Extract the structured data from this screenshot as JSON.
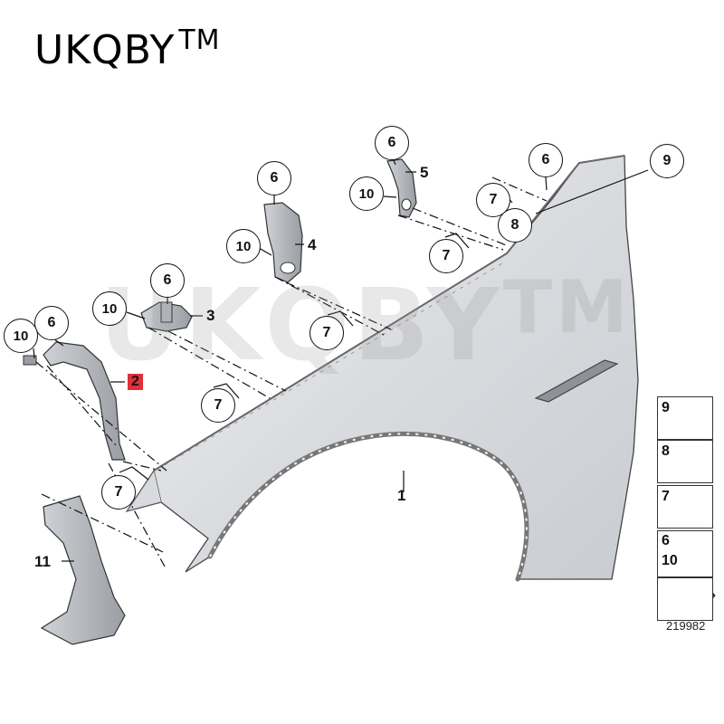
{
  "brand": {
    "name": "UKQBY",
    "tm": "TM"
  },
  "watermark": {
    "name": "UKQBY",
    "tm": "TM"
  },
  "callouts": [
    {
      "id": "c6a",
      "label": "6"
    },
    {
      "id": "c10a",
      "label": "10"
    },
    {
      "id": "c6b",
      "label": "6"
    },
    {
      "id": "c10b",
      "label": "10"
    },
    {
      "id": "c6c",
      "label": "6"
    },
    {
      "id": "c10c",
      "label": "10"
    },
    {
      "id": "c6d",
      "label": "6"
    },
    {
      "id": "c10d",
      "label": "10"
    },
    {
      "id": "c6e",
      "label": "6"
    },
    {
      "id": "c9",
      "label": "9"
    },
    {
      "id": "c7a",
      "label": "7"
    },
    {
      "id": "c8",
      "label": "8"
    },
    {
      "id": "c7b",
      "label": "7"
    },
    {
      "id": "c7c",
      "label": "7"
    },
    {
      "id": "c7d",
      "label": "7"
    },
    {
      "id": "c7e",
      "label": "7"
    }
  ],
  "part_labels": {
    "p1": "1",
    "p2": "2",
    "p3": "3",
    "p4": "4",
    "p5": "5",
    "p11": "11"
  },
  "legend": [
    {
      "labels": [
        "9"
      ],
      "icon": "clip-nut-icon"
    },
    {
      "labels": [
        "8"
      ],
      "icon": "screw-icon"
    },
    {
      "labels": [
        "7"
      ],
      "icon": "spring-nut-icon"
    },
    {
      "labels": [
        "6",
        "10"
      ],
      "icon": "hex-bolt-icon"
    },
    {
      "labels": [],
      "icon": "arrow-icon"
    }
  ],
  "doc_number": "219982",
  "colors": {
    "highlight": "#e0303a",
    "fender": "#dfe1e4",
    "line": "#111111"
  }
}
